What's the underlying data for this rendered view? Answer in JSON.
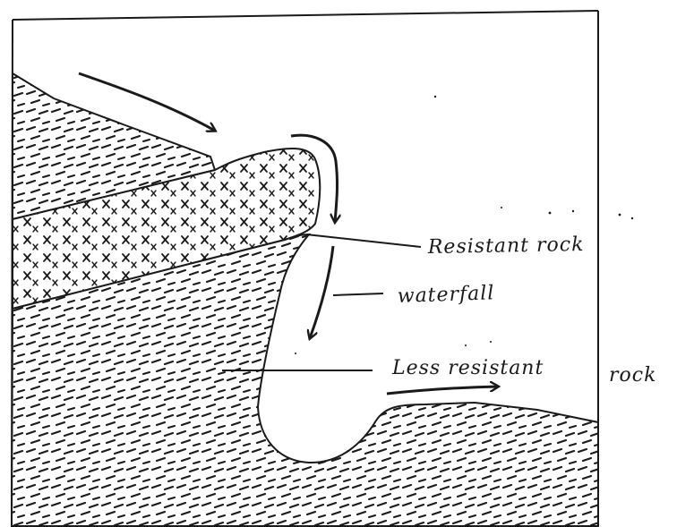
{
  "labels": {
    "resistant": "Resistant rock",
    "waterfall": "waterfall",
    "less_resistant_part1": "Less resistant",
    "less_resistant_part2": "rock"
  },
  "colors": {
    "ink": "#1a1a1a",
    "paper": "#ffffff"
  }
}
